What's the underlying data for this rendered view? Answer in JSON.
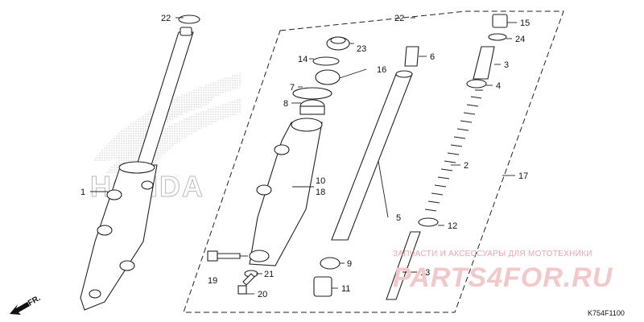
{
  "diagram": {
    "code": "K754F1100",
    "direction_label": "FR.",
    "watermark_text": "ЗАПЧАСТИ И АКСЕССУАРЫ ДЛЯ МОТОТЕХНИКИ",
    "watermark_logo": "PARTS4FOR.RU",
    "brand_logo_text": "HONDA",
    "callouts": [
      {
        "num": "22"
      },
      {
        "num": "1"
      },
      {
        "num": "23"
      },
      {
        "num": "14"
      },
      {
        "num": "16"
      },
      {
        "num": "7"
      },
      {
        "num": "8"
      },
      {
        "num": "10"
      },
      {
        "num": "18"
      },
      {
        "num": "19"
      },
      {
        "num": "21"
      },
      {
        "num": "20"
      },
      {
        "num": "22"
      },
      {
        "num": "6"
      },
      {
        "num": "5"
      },
      {
        "num": "9"
      },
      {
        "num": "11"
      },
      {
        "num": "15"
      },
      {
        "num": "24"
      },
      {
        "num": "3"
      },
      {
        "num": "4"
      },
      {
        "num": "2"
      },
      {
        "num": "12"
      },
      {
        "num": "13"
      },
      {
        "num": "17"
      }
    ]
  }
}
